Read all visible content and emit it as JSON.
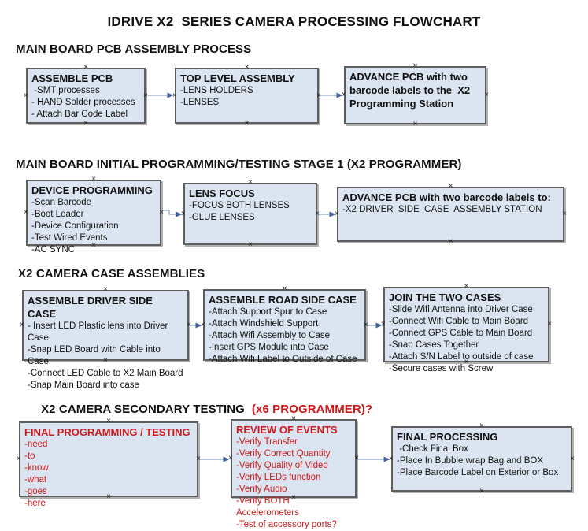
{
  "title": "IDRIVE X2  SERIES CAMERA PROCESSING FLOWCHART",
  "colors": {
    "box_fill": "#dbe5f1",
    "box_border": "#5e5e5e",
    "black_text": "#111111",
    "red_text": "#cc1a1a",
    "arrow_line": "#a3b6cf",
    "arrow_head": "#44629c"
  },
  "sections": [
    {
      "heading": "MAIN BOARD PCB ASSEMBLY PROCESS",
      "boxes": [
        {
          "title": "ASSEMBLE PCB",
          "lines": [
            " -SMT processes",
            "- HAND Solder processes",
            "- Attach Bar Code Label"
          ]
        },
        {
          "title": "TOP LEVEL ASSEMBLY",
          "lines": [
            "-LENS HOLDERS",
            "-LENSES"
          ]
        },
        {
          "title": "ADVANCE PCB with two barcode labels to the  X2 Programming Station",
          "lines": []
        }
      ]
    },
    {
      "heading": "MAIN BOARD INITIAL PROGRAMMING/TESTING STAGE 1 (X2 PROGRAMMER)",
      "boxes": [
        {
          "title": "DEVICE PROGRAMMING",
          "lines": [
            "-Scan Barcode",
            "-Boot Loader",
            "-Device Configuration",
            "-Test Wired Events",
            "-AC SYNC"
          ]
        },
        {
          "title": "LENS FOCUS",
          "lines": [
            "-FOCUS BOTH LENSES",
            "-GLUE LENSES"
          ]
        },
        {
          "title": "ADVANCE PCB with two barcode labels to:",
          "lines": [
            "-X2 DRIVER  SIDE  CASE  ASSEMBLY STATION"
          ]
        }
      ]
    },
    {
      "heading": "X2 CAMERA CASE ASSEMBLIES",
      "boxes": [
        {
          "title": "ASSEMBLE DRIVER SIDE CASE",
          "lines": [
            "- Insert LED Plastic lens into Driver Case",
            "-Snap LED Board with Cable into Case",
            "-Connect LED Cable to X2 Main Board",
            "-Snap Main Board into case"
          ]
        },
        {
          "title": "ASSEMBLE ROAD SIDE CASE",
          "lines": [
            "-Attach Support Spur to Case",
            "-Attach Windshield Support",
            "-Attach Wifi Assembly to Case",
            "-Insert GPS Module into Case",
            "-Attach Wifi Label to Outside of Case"
          ]
        },
        {
          "title": "JOIN THE TWO CASES",
          "lines": [
            "-Slide Wifi Antenna into Driver Case",
            "-Connect Wifi Cable to Main Board",
            "-Connect GPS Cable to Main Board",
            "-Snap Cases Together",
            "-Attach S/N Label to outside of case",
            "-Secure cases with Screw"
          ]
        }
      ]
    },
    {
      "heading": "X2 CAMERA SECONDARY TESTING",
      "heading_red": "(x6 PROGRAMMER)?",
      "boxes": [
        {
          "title": "FINAL PROGRAMMING / TESTING",
          "lines": [
            "-need",
            "-to",
            "-know",
            "-what",
            "-goes",
            "-here"
          ]
        },
        {
          "title": "REVIEW OF EVENTS",
          "lines": [
            "-Verify Transfer",
            "-Verify Correct Quantity",
            "-Verify Quality of Video",
            "-Verify LEDs function",
            "-Verify Audio",
            "-Verify BOTH Accelerometers",
            "-Test of accessory ports?"
          ]
        },
        {
          "title": "FINAL PROCESSING",
          "lines": [
            " -Check Final Box",
            "-Place In Bubble wrap Bag and BOX",
            "-Place Barcode Label on Exterior or Box"
          ]
        }
      ]
    }
  ]
}
